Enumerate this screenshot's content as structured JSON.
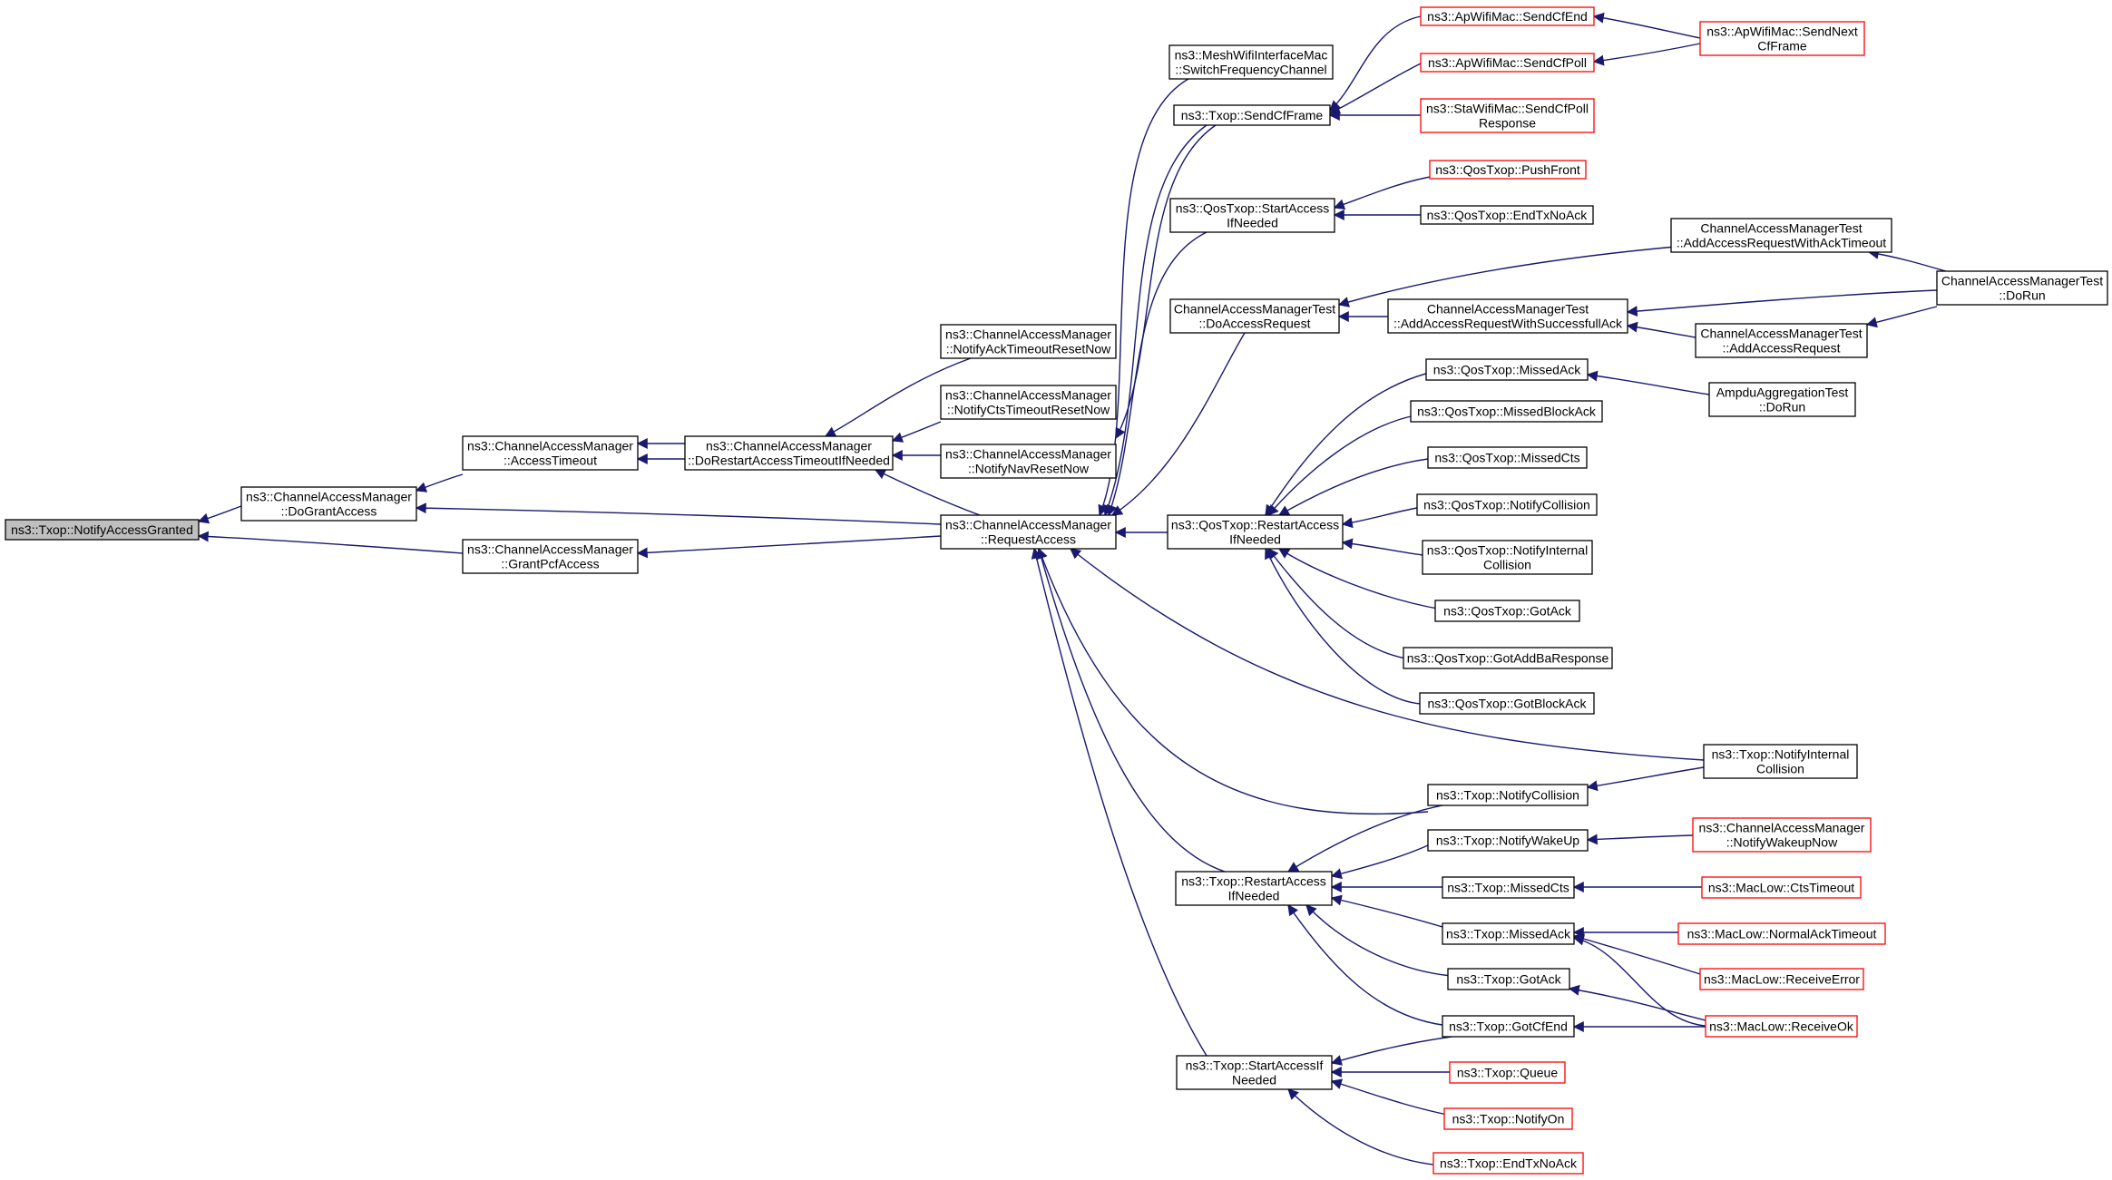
{
  "colors": {
    "edge": "#191970",
    "node_border_black": "#000000",
    "node_border_red": "#ff0000",
    "root_fill": "#bfbfbf",
    "node_fill": "#ffffff"
  },
  "nodes": [
    {
      "id": "notify_access_granted",
      "lines": [
        "ns3::Txop::NotifyAccessGranted"
      ],
      "border": "black",
      "root": true
    },
    {
      "id": "do_grant_access",
      "lines": [
        "ns3::ChannelAccessManager",
        "::DoGrantAccess"
      ],
      "border": "black"
    },
    {
      "id": "grant_pcf_access",
      "lines": [
        "ns3::ChannelAccessManager",
        "::GrantPcfAccess"
      ],
      "border": "black"
    },
    {
      "id": "access_timeout",
      "lines": [
        "ns3::ChannelAccessManager",
        "::AccessTimeout"
      ],
      "border": "black"
    },
    {
      "id": "do_restart_access_timeout",
      "lines": [
        "ns3::ChannelAccessManager",
        "::DoRestartAccessTimeoutIfNeeded"
      ],
      "border": "black"
    },
    {
      "id": "request_access",
      "lines": [
        "ns3::ChannelAccessManager",
        "::RequestAccess"
      ],
      "border": "black"
    },
    {
      "id": "notify_ack_timeout_reset_now",
      "lines": [
        "ns3::ChannelAccessManager",
        "::NotifyAckTimeoutResetNow"
      ],
      "border": "black"
    },
    {
      "id": "notify_cts_timeout_reset_now",
      "lines": [
        "ns3::ChannelAccessManager",
        "::NotifyCtsTimeoutResetNow"
      ],
      "border": "black"
    },
    {
      "id": "notify_nav_reset_now",
      "lines": [
        "ns3::ChannelAccessManager",
        "::NotifyNavResetNow"
      ],
      "border": "black"
    },
    {
      "id": "mesh_switch_frequency",
      "lines": [
        "ns3::MeshWifiInterfaceMac",
        "::SwitchFrequencyChannel"
      ],
      "border": "black"
    },
    {
      "id": "txop_send_cf_frame",
      "lines": [
        "ns3::Txop::SendCfFrame"
      ],
      "border": "black"
    },
    {
      "id": "qostxop_start_access",
      "lines": [
        "ns3::QosTxop::StartAccess",
        "IfNeeded"
      ],
      "border": "black"
    },
    {
      "id": "camtest_do_access_request",
      "lines": [
        "ChannelAccessManagerTest",
        "::DoAccessRequest"
      ],
      "border": "black"
    },
    {
      "id": "qostxop_restart_access",
      "lines": [
        "ns3::QosTxop::RestartAccess",
        "IfNeeded"
      ],
      "border": "black"
    },
    {
      "id": "txop_restart_access",
      "lines": [
        "ns3::Txop::RestartAccess",
        "IfNeeded"
      ],
      "border": "black"
    },
    {
      "id": "txop_start_access",
      "lines": [
        "ns3::Txop::StartAccessIf",
        "Needed"
      ],
      "border": "black"
    },
    {
      "id": "apwifimac_send_cf_end",
      "lines": [
        "ns3::ApWifiMac::SendCfEnd"
      ],
      "border": "red"
    },
    {
      "id": "apwifimac_send_cf_poll",
      "lines": [
        "ns3::ApWifiMac::SendCfPoll"
      ],
      "border": "red"
    },
    {
      "id": "stawifimac_send_cf_poll_response",
      "lines": [
        "ns3::StaWifiMac::SendCfPoll",
        "Response"
      ],
      "border": "red"
    },
    {
      "id": "apwifimac_send_next_cf_frame",
      "lines": [
        "ns3::ApWifiMac::SendNext",
        "CfFrame"
      ],
      "border": "red"
    },
    {
      "id": "qostxop_push_front",
      "lines": [
        "ns3::QosTxop::PushFront"
      ],
      "border": "red"
    },
    {
      "id": "qostxop_end_tx_no_ack",
      "lines": [
        "ns3::QosTxop::EndTxNoAck"
      ],
      "border": "black"
    },
    {
      "id": "camtest_add_with_ack_timeout",
      "lines": [
        "ChannelAccessManagerTest",
        "::AddAccessRequestWithAckTimeout"
      ],
      "border": "black"
    },
    {
      "id": "camtest_add_with_successfull_ack",
      "lines": [
        "ChannelAccessManagerTest",
        "::AddAccessRequestWithSuccessfullAck"
      ],
      "border": "black"
    },
    {
      "id": "camtest_add_access_request",
      "lines": [
        "ChannelAccessManagerTest",
        "::AddAccessRequest"
      ],
      "border": "black"
    },
    {
      "id": "camtest_do_run",
      "lines": [
        "ChannelAccessManagerTest",
        "::DoRun"
      ],
      "border": "black"
    },
    {
      "id": "qostxop_missed_ack",
      "lines": [
        "ns3::QosTxop::MissedAck"
      ],
      "border": "black"
    },
    {
      "id": "ampdu_test_do_run",
      "lines": [
        "AmpduAggregationTest",
        "::DoRun"
      ],
      "border": "black"
    },
    {
      "id": "qostxop_missed_block_ack",
      "lines": [
        "ns3::QosTxop::MissedBlockAck"
      ],
      "border": "black"
    },
    {
      "id": "qostxop_missed_cts",
      "lines": [
        "ns3::QosTxop::MissedCts"
      ],
      "border": "black"
    },
    {
      "id": "qostxop_notify_collision",
      "lines": [
        "ns3::QosTxop::NotifyCollision"
      ],
      "border": "black"
    },
    {
      "id": "qostxop_notify_internal_collision",
      "lines": [
        "ns3::QosTxop::NotifyInternal",
        "Collision"
      ],
      "border": "black"
    },
    {
      "id": "qostxop_got_ack",
      "lines": [
        "ns3::QosTxop::GotAck"
      ],
      "border": "black"
    },
    {
      "id": "qostxop_got_add_ba_response",
      "lines": [
        "ns3::QosTxop::GotAddBaResponse"
      ],
      "border": "black"
    },
    {
      "id": "qostxop_got_block_ack",
      "lines": [
        "ns3::QosTxop::GotBlockAck"
      ],
      "border": "black"
    },
    {
      "id": "txop_notify_internal_collision",
      "lines": [
        "ns3::Txop::NotifyInternal",
        "Collision"
      ],
      "border": "black"
    },
    {
      "id": "txop_notify_collision",
      "lines": [
        "ns3::Txop::NotifyCollision"
      ],
      "border": "black"
    },
    {
      "id": "txop_notify_wake_up",
      "lines": [
        "ns3::Txop::NotifyWakeUp"
      ],
      "border": "black"
    },
    {
      "id": "txop_missed_cts",
      "lines": [
        "ns3::Txop::MissedCts"
      ],
      "border": "black"
    },
    {
      "id": "txop_missed_ack",
      "lines": [
        "ns3::Txop::MissedAck"
      ],
      "border": "black"
    },
    {
      "id": "txop_got_ack",
      "lines": [
        "ns3::Txop::GotAck"
      ],
      "border": "black"
    },
    {
      "id": "txop_got_cf_end",
      "lines": [
        "ns3::Txop::GotCfEnd"
      ],
      "border": "black"
    },
    {
      "id": "cam_notify_wakeup_now",
      "lines": [
        "ns3::ChannelAccessManager",
        "::NotifyWakeupNow"
      ],
      "border": "red"
    },
    {
      "id": "maclow_cts_timeout",
      "lines": [
        "ns3::MacLow::CtsTimeout"
      ],
      "border": "red"
    },
    {
      "id": "maclow_normal_ack_timeout",
      "lines": [
        "ns3::MacLow::NormalAckTimeout"
      ],
      "border": "red"
    },
    {
      "id": "maclow_receive_error",
      "lines": [
        "ns3::MacLow::ReceiveError"
      ],
      "border": "red"
    },
    {
      "id": "maclow_receive_ok",
      "lines": [
        "ns3::MacLow::ReceiveOk"
      ],
      "border": "red"
    },
    {
      "id": "txop_queue",
      "lines": [
        "ns3::Txop::Queue"
      ],
      "border": "red"
    },
    {
      "id": "txop_notify_on",
      "lines": [
        "ns3::Txop::NotifyOn"
      ],
      "border": "red"
    },
    {
      "id": "txop_end_tx_no_ack",
      "lines": [
        "ns3::Txop::EndTxNoAck"
      ],
      "border": "red"
    }
  ],
  "edges": [
    [
      "notify_access_granted",
      "do_grant_access"
    ],
    [
      "notify_access_granted",
      "grant_pcf_access"
    ],
    [
      "do_grant_access",
      "access_timeout"
    ],
    [
      "do_grant_access",
      "request_access"
    ],
    [
      "grant_pcf_access",
      "request_access"
    ],
    [
      "access_timeout",
      "do_restart_access_timeout"
    ],
    [
      "do_restart_access_timeout",
      "access_timeout"
    ],
    [
      "do_restart_access_timeout",
      "notify_ack_timeout_reset_now"
    ],
    [
      "do_restart_access_timeout",
      "notify_cts_timeout_reset_now"
    ],
    [
      "do_restart_access_timeout",
      "notify_nav_reset_now"
    ],
    [
      "do_restart_access_timeout",
      "request_access"
    ],
    [
      "notify_nav_reset_now",
      "txop_send_cf_frame"
    ],
    [
      "request_access",
      "mesh_switch_frequency"
    ],
    [
      "request_access",
      "txop_send_cf_frame"
    ],
    [
      "request_access",
      "qostxop_start_access"
    ],
    [
      "request_access",
      "camtest_do_access_request"
    ],
    [
      "request_access",
      "qostxop_restart_access"
    ],
    [
      "request_access",
      "txop_notify_internal_collision"
    ],
    [
      "request_access",
      "txop_notify_collision"
    ],
    [
      "request_access",
      "txop_restart_access"
    ],
    [
      "request_access",
      "txop_start_access"
    ],
    [
      "txop_send_cf_frame",
      "apwifimac_send_cf_end"
    ],
    [
      "txop_send_cf_frame",
      "apwifimac_send_cf_poll"
    ],
    [
      "txop_send_cf_frame",
      "stawifimac_send_cf_poll_response"
    ],
    [
      "apwifimac_send_cf_end",
      "apwifimac_send_next_cf_frame"
    ],
    [
      "apwifimac_send_cf_poll",
      "apwifimac_send_next_cf_frame"
    ],
    [
      "qostxop_start_access",
      "qostxop_push_front"
    ],
    [
      "qostxop_start_access",
      "qostxop_end_tx_no_ack"
    ],
    [
      "camtest_do_access_request",
      "camtest_add_with_ack_timeout"
    ],
    [
      "camtest_do_access_request",
      "camtest_add_with_successfull_ack"
    ],
    [
      "camtest_add_with_ack_timeout",
      "camtest_do_run"
    ],
    [
      "camtest_add_with_successfull_ack",
      "camtest_do_run"
    ],
    [
      "camtest_add_with_successfull_ack",
      "camtest_add_access_request"
    ],
    [
      "camtest_add_access_request",
      "camtest_do_run"
    ],
    [
      "qostxop_restart_access",
      "qostxop_missed_ack"
    ],
    [
      "qostxop_restart_access",
      "qostxop_missed_block_ack"
    ],
    [
      "qostxop_restart_access",
      "qostxop_missed_cts"
    ],
    [
      "qostxop_restart_access",
      "qostxop_notify_collision"
    ],
    [
      "qostxop_restart_access",
      "qostxop_notify_internal_collision"
    ],
    [
      "qostxop_restart_access",
      "qostxop_got_ack"
    ],
    [
      "qostxop_restart_access",
      "qostxop_got_add_ba_response"
    ],
    [
      "qostxop_restart_access",
      "qostxop_got_block_ack"
    ],
    [
      "qostxop_missed_ack",
      "ampdu_test_do_run"
    ],
    [
      "txop_notify_collision",
      "txop_notify_internal_collision"
    ],
    [
      "txop_restart_access",
      "txop_notify_collision"
    ],
    [
      "txop_restart_access",
      "txop_notify_wake_up"
    ],
    [
      "txop_restart_access",
      "txop_missed_cts"
    ],
    [
      "txop_restart_access",
      "txop_missed_ack"
    ],
    [
      "txop_restart_access",
      "txop_got_ack"
    ],
    [
      "txop_restart_access",
      "txop_got_cf_end"
    ],
    [
      "txop_notify_wake_up",
      "cam_notify_wakeup_now"
    ],
    [
      "txop_missed_cts",
      "maclow_cts_timeout"
    ],
    [
      "txop_missed_ack",
      "maclow_normal_ack_timeout"
    ],
    [
      "txop_missed_ack",
      "maclow_receive_error"
    ],
    [
      "txop_missed_ack",
      "maclow_receive_ok"
    ],
    [
      "txop_got_ack",
      "maclow_receive_ok"
    ],
    [
      "txop_got_cf_end",
      "maclow_receive_ok"
    ],
    [
      "txop_start_access",
      "txop_got_cf_end"
    ],
    [
      "txop_start_access",
      "txop_queue"
    ],
    [
      "txop_start_access",
      "txop_notify_on"
    ],
    [
      "txop_start_access",
      "txop_end_tx_no_ack"
    ]
  ]
}
